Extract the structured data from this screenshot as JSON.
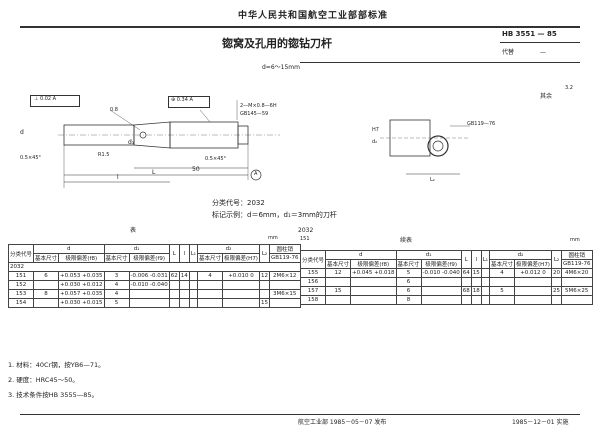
{
  "header": {
    "standard_title": "中华人民共和国航空工业部部标准",
    "code": "HB 3551 — 85",
    "replace_label": "代替",
    "replace_value": "—"
  },
  "doc": {
    "title": "锪窝及孔用的锪钻刀杆",
    "range": "d=6～15mm",
    "roughness": "其余",
    "roughness_value": "3.2"
  },
  "drawing": {
    "tol_frame_1": "⊥ 0.02 A",
    "tol_frame_2": "⊕ 0.34 A",
    "dim_Ra_08": "0.8",
    "label_d": "d",
    "label_d1": "d₁",
    "label_chamfer1": "0.5×45°",
    "label_chamfer2": "0.5×45°",
    "label_R15": "R1.5",
    "label_L": "L",
    "label_l": "l",
    "label_50": "50",
    "label_A": "A",
    "label_thread": "2—M×0.8—6H",
    "label_gb1": "GB145—59",
    "label_gb2": "GB119—76",
    "label_L2": "L₂",
    "label_d2": "d₂",
    "label_h7": "H7"
  },
  "classification": {
    "code_line": "分类代号：2032",
    "mark_line": "标记示例：d＝6mm，d₁＝3mm的刀杆"
  },
  "left_table": {
    "class_code": "2032",
    "headers": [
      "分类代号",
      "d",
      "基本尺寸",
      "极限偏差(f8)",
      "d₁",
      "基本尺寸",
      "极限偏差(f9)",
      "L",
      "l",
      "L₁",
      "d₂",
      "基本尺寸",
      "极限偏差(H7)",
      "L₂",
      "GB119-76",
      "圆柱销"
    ],
    "units": "mm",
    "group_title": "表",
    "rows": [
      [
        "151",
        "6",
        "+0.053 +0.035",
        "3",
        "-0.006 -0.031",
        "62",
        "14",
        "4",
        "+0.010 0",
        "12",
        "2M6×12"
      ],
      [
        "152",
        "",
        "+0.030 +0.012",
        "4",
        "-0.010 -0.040",
        "",
        "",
        "",
        "",
        "",
        ""
      ],
      [
        "153",
        "8",
        "+0.057 +0.035",
        "4",
        "",
        "",
        "",
        "",
        "",
        "",
        "3M6×15"
      ],
      [
        "154",
        "",
        "+0.030 +0.015",
        "5",
        "",
        "",
        "",
        "",
        "",
        "15",
        ""
      ]
    ]
  },
  "right_table": {
    "class_code": "2032",
    "sub_code": "151",
    "group_title": "续表",
    "units": "mm",
    "rows": [
      [
        "155",
        "12",
        "+0.045 +0.018",
        "5",
        "-0.010 -0.040",
        "64",
        "15",
        "4",
        "+0.012 0",
        "20",
        "4M6×20"
      ],
      [
        "156",
        "",
        "",
        "6",
        "",
        "",
        "",
        "",
        "",
        "",
        ""
      ],
      [
        "157",
        "15",
        "",
        "6",
        "",
        "68",
        "18",
        "5",
        "",
        "25",
        "5M6×25"
      ],
      [
        "158",
        "",
        "",
        "8",
        "",
        "",
        "",
        "",
        "",
        "",
        ""
      ]
    ]
  },
  "notes": [
    "1. 材料：40Cr钢，按YB6—71。",
    "2. 硬度：HRC45～50。",
    "3. 技术条件按HB 3555—85。"
  ],
  "footer": {
    "publisher": "航空工业部 1985－05－07 发布",
    "effective": "1985－12－01 实施"
  }
}
